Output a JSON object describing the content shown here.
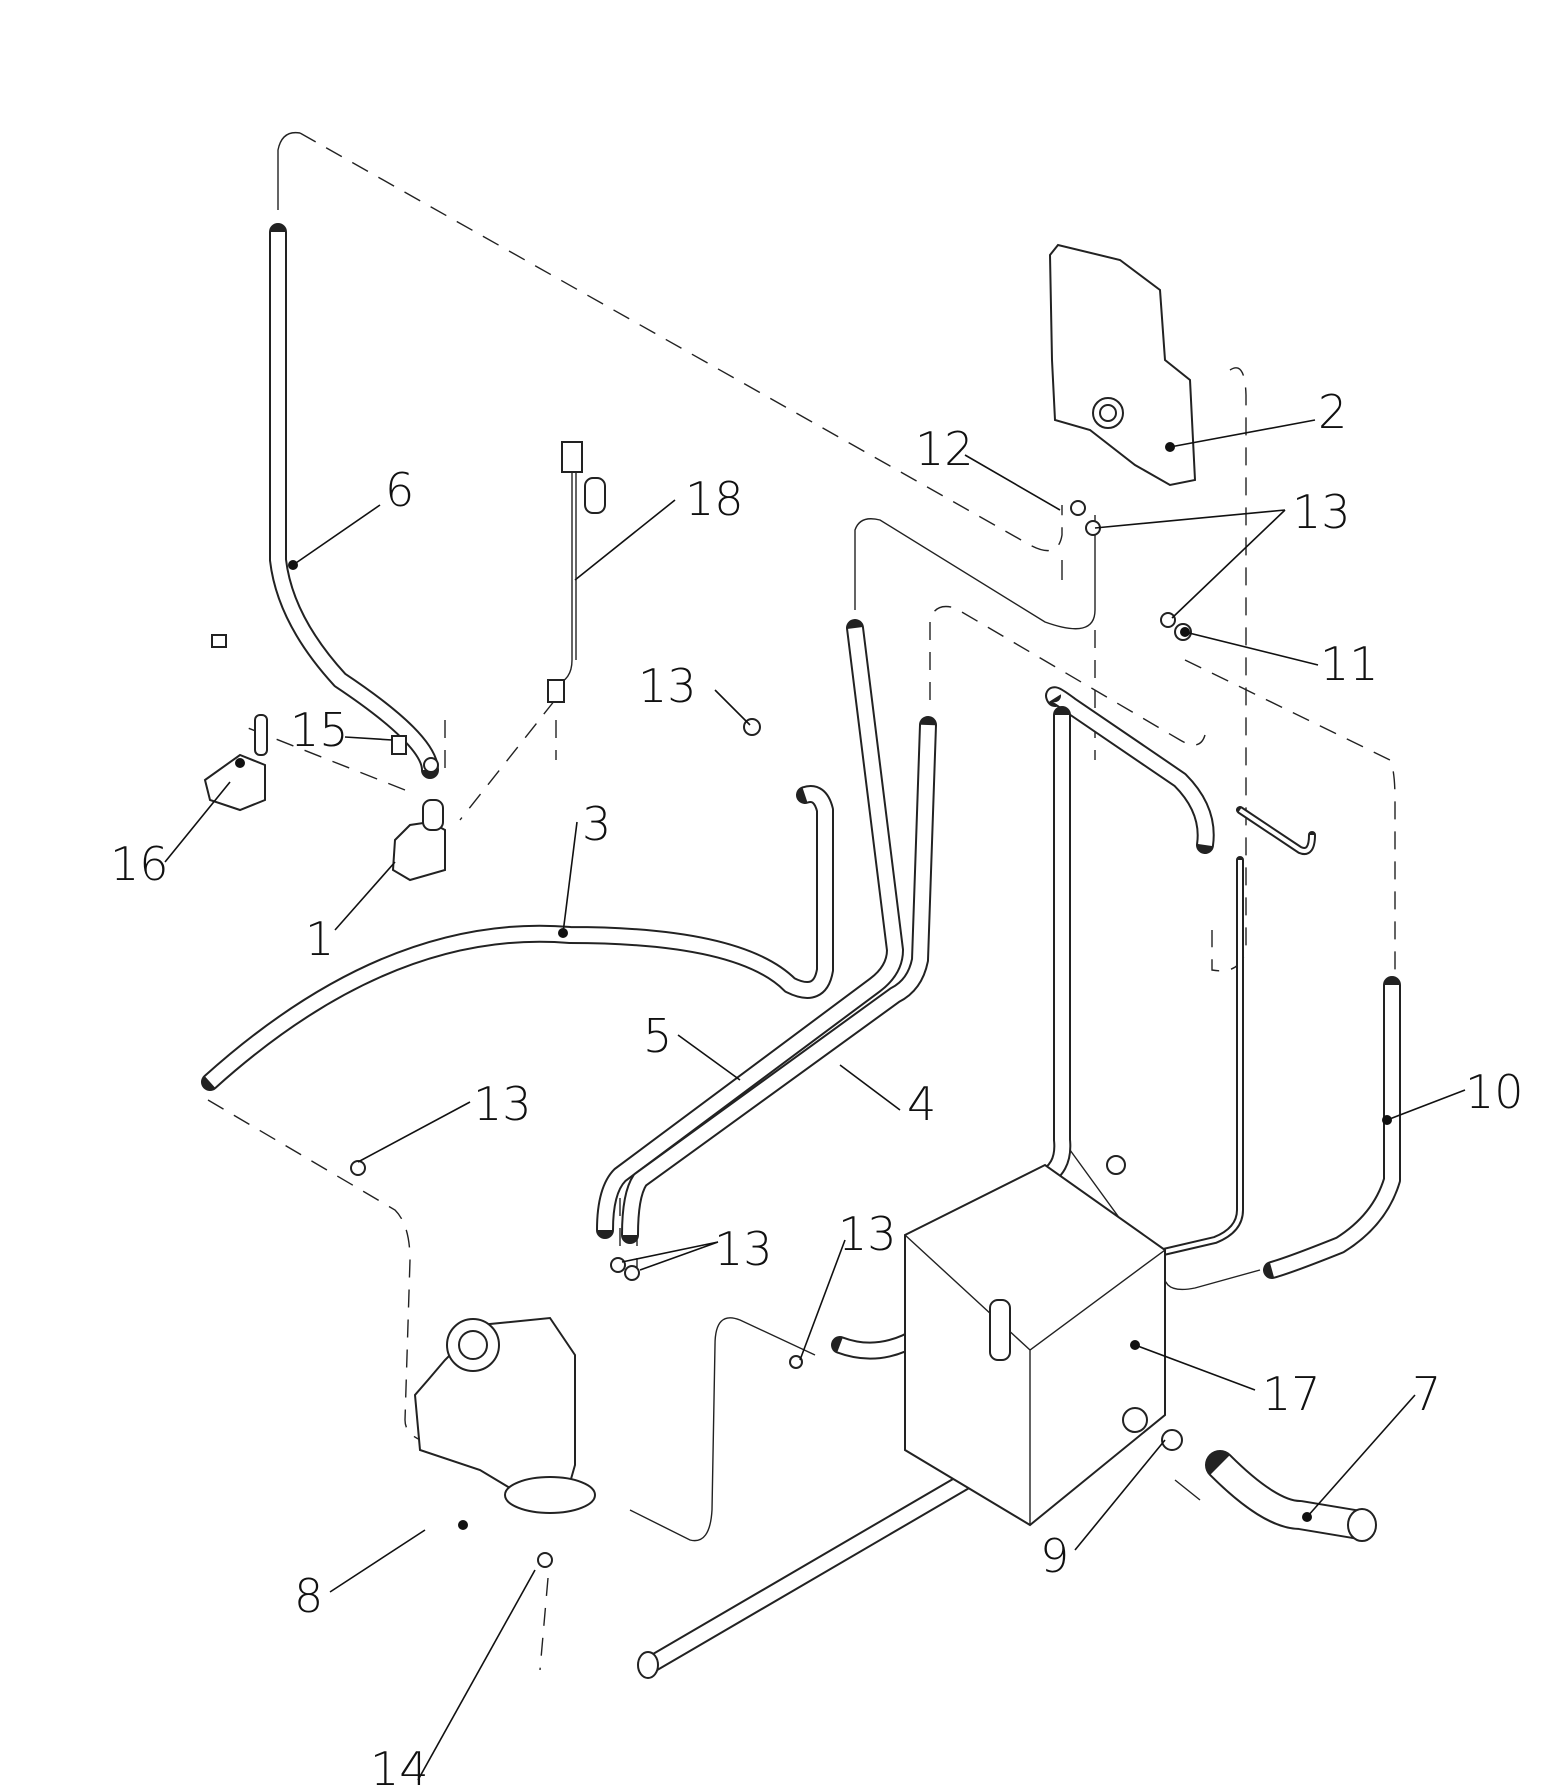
{
  "diagram": {
    "type": "exploded-parts-diagram",
    "callouts": [
      {
        "id": "c1",
        "label": "1"
      },
      {
        "id": "c2",
        "label": "2"
      },
      {
        "id": "c3",
        "label": "3"
      },
      {
        "id": "c4",
        "label": "4"
      },
      {
        "id": "c5",
        "label": "5"
      },
      {
        "id": "c6",
        "label": "6"
      },
      {
        "id": "c7",
        "label": "7"
      },
      {
        "id": "c8",
        "label": "8"
      },
      {
        "id": "c9",
        "label": "9"
      },
      {
        "id": "c10",
        "label": "10"
      },
      {
        "id": "c11",
        "label": "11"
      },
      {
        "id": "c12",
        "label": "12"
      },
      {
        "id": "c13a",
        "label": "13"
      },
      {
        "id": "c13b",
        "label": "13"
      },
      {
        "id": "c13c",
        "label": "13"
      },
      {
        "id": "c13d",
        "label": "13"
      },
      {
        "id": "c13e",
        "label": "13"
      },
      {
        "id": "c13f",
        "label": "13"
      },
      {
        "id": "c14",
        "label": "14"
      },
      {
        "id": "c15",
        "label": "15"
      },
      {
        "id": "c16",
        "label": "16"
      },
      {
        "id": "c17",
        "label": "17"
      },
      {
        "id": "c18",
        "label": "18"
      }
    ]
  }
}
